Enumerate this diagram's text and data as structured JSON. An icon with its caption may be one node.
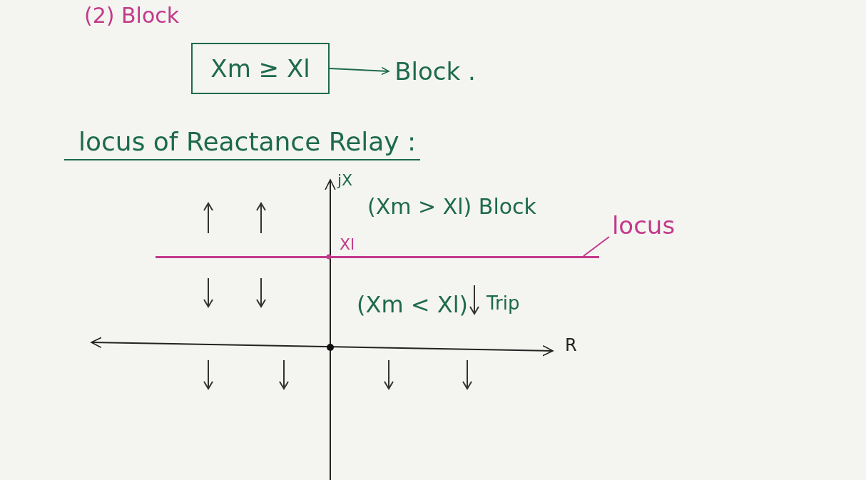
{
  "diagram": {
    "title": "(2) Block",
    "nodes": [
      {
        "text": [
          "Xm ≥ Xl"
        ]
      },
      {
        "text": [
          "Block ."
        ]
      },
      {
        "text": [
          "locus"
        ]
      },
      {
        "text": [],
        "shape": "bar"
      }
    ],
    "edges": [
      {
        "from": 0,
        "to": 1,
        "arrow": "to"
      },
      {
        "from": 2,
        "to": 3,
        "arrow": "none",
        "color": "#c23a8a"
      }
    ],
    "labels": [
      "locus of Reactance Relay :",
      "jX",
      "(Xm > Xl) Block",
      "Xl",
      "(Xm < Xl)",
      "Trip",
      "R"
    ]
  }
}
